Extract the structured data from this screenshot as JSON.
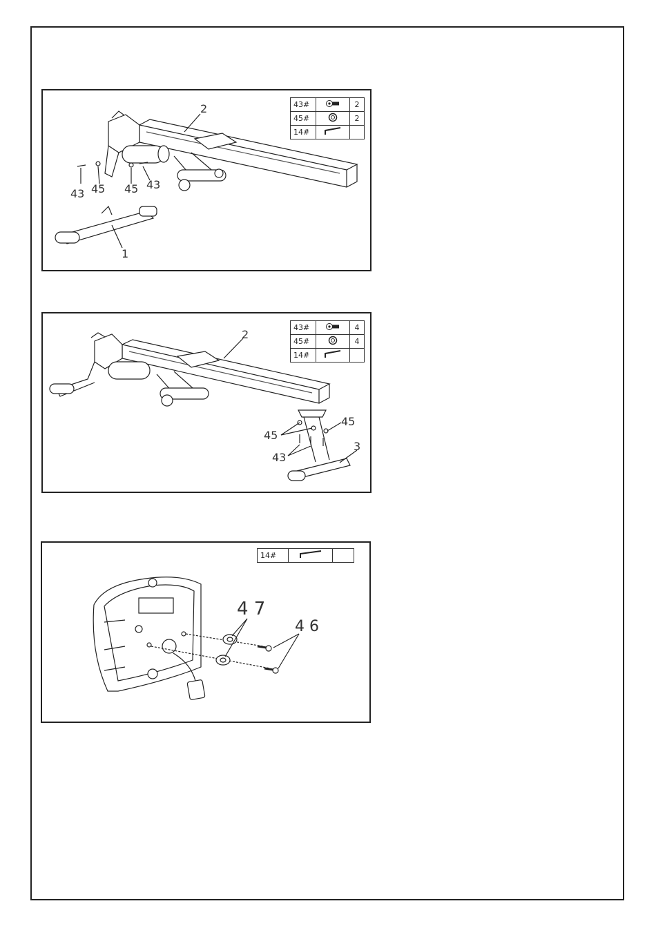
{
  "steps": [
    {
      "parts": [
        {
          "code": "43#",
          "icon": "bolt-icon",
          "qty": "2"
        },
        {
          "code": "45#",
          "icon": "washer-icon",
          "qty": "2"
        },
        {
          "code": "14#",
          "icon": "allen-key-icon",
          "qty": ""
        }
      ],
      "callouts": {
        "rail": "2",
        "front_stabilizer": "1",
        "bolt_a": "43",
        "washer_a": "45",
        "washer_b": "45",
        "bolt_b": "43"
      }
    },
    {
      "parts": [
        {
          "code": "43#",
          "icon": "bolt-icon",
          "qty": "4"
        },
        {
          "code": "45#",
          "icon": "washer-icon",
          "qty": "4"
        },
        {
          "code": "14#",
          "icon": "allen-key-icon",
          "qty": ""
        }
      ],
      "callouts": {
        "rail": "2",
        "washers_left": "45",
        "washer_right": "45",
        "bolts": "43",
        "rear_stabilizer": "3"
      }
    },
    {
      "parts": [
        {
          "code": "14#",
          "icon": "allen-key-icon",
          "qty": ""
        }
      ],
      "callouts": {
        "washers": "4 7",
        "screws": "4 6"
      }
    }
  ]
}
